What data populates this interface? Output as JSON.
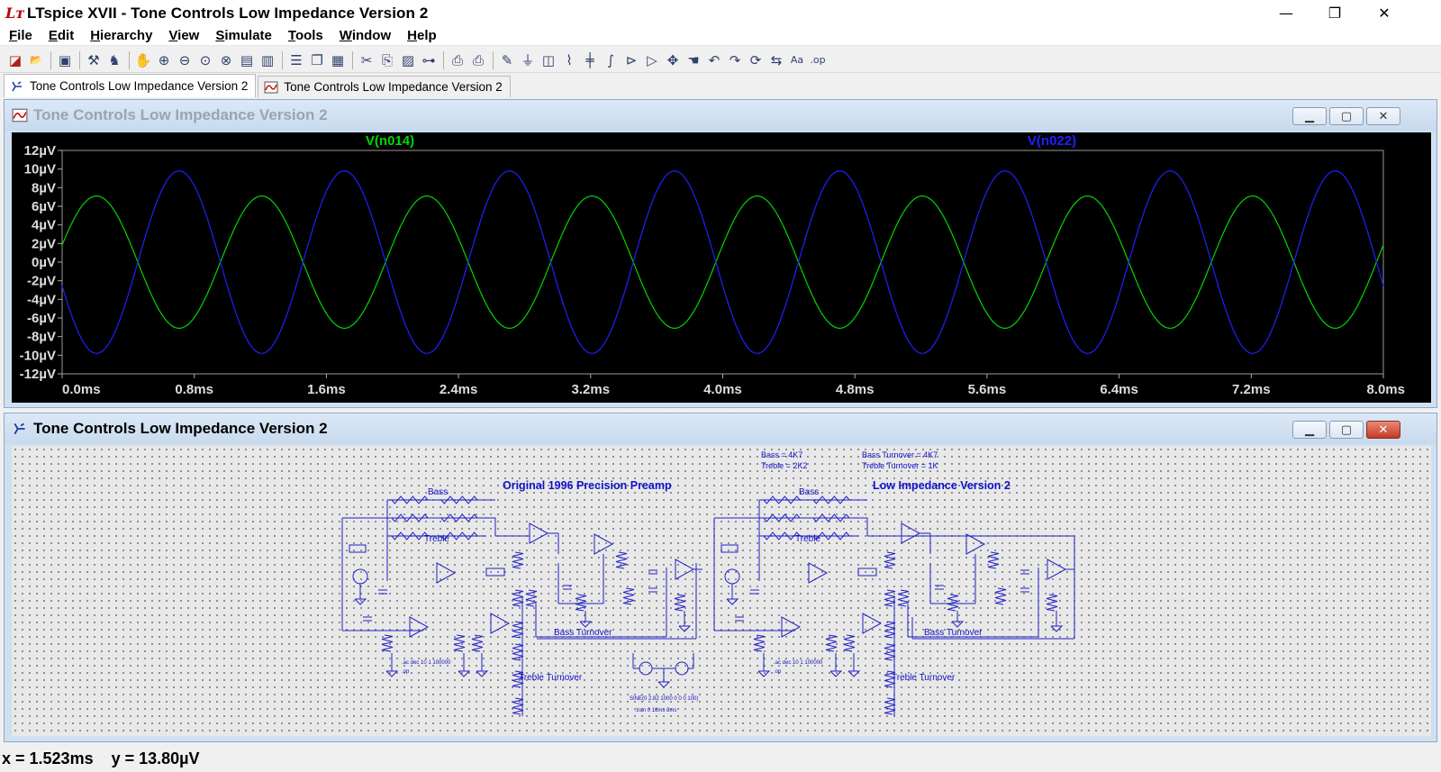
{
  "app": {
    "title": "LTspice XVII - Tone Controls Low Impedance Version 2"
  },
  "window_controls": {
    "minimize": "—",
    "maximize": "❐",
    "close": "✕"
  },
  "menu": [
    {
      "label": "File",
      "u": "F",
      "rest": "ile"
    },
    {
      "label": "Edit",
      "u": "E",
      "rest": "dit"
    },
    {
      "label": "Hierarchy",
      "u": "H",
      "rest": "ierarchy"
    },
    {
      "label": "View",
      "u": "V",
      "rest": "iew"
    },
    {
      "label": "Simulate",
      "u": "S",
      "rest": "imulate"
    },
    {
      "label": "Tools",
      "u": "T",
      "rest": "ools"
    },
    {
      "label": "Window",
      "u": "W",
      "rest": "indow"
    },
    {
      "label": "Help",
      "u": "H",
      "rest": "elp"
    }
  ],
  "toolbar_icons": [
    "new-schematic-icon",
    "open-icon",
    "save-icon",
    "control-panel-icon",
    "run-icon",
    "halt-icon",
    "zoom-in-icon",
    "zoom-out-icon",
    "zoom-fit-icon",
    "zoom-cancel-icon",
    "autorange-icon",
    "autorange-x-icon",
    "tile-horizontal-icon",
    "cascade-icon",
    "tile-vertical-icon",
    "cut-icon",
    "copy-icon",
    "paste-icon",
    "find-icon",
    "print-preview-icon",
    "print-icon",
    "draw-wire-icon",
    "ground-icon",
    "label-net-icon",
    "resistor-icon",
    "capacitor-icon",
    "inductor-icon",
    "diode-icon",
    "component-icon",
    "move-icon",
    "drag-icon",
    "undo-icon",
    "redo-icon",
    "rotate-icon",
    "mirror-icon",
    "text-icon",
    "spice-directive-icon"
  ],
  "tabs": [
    {
      "label": "Tone Controls Low Impedance Version 2",
      "icon": "schematic-icon",
      "active": true
    },
    {
      "label": "Tone Controls Low Impedance Version 2",
      "icon": "waveform-icon",
      "active": false
    }
  ],
  "waveform_window": {
    "title": "Tone Controls Low Impedance Version 2"
  },
  "schematic_window": {
    "title": "Tone Controls Low Impedance Version 2"
  },
  "chart_data": {
    "type": "line",
    "title": "",
    "xlabel": "",
    "ylabel": "",
    "xlim": [
      0,
      8
    ],
    "ylim": [
      -12,
      12
    ],
    "x_ticks": [
      "0.0ms",
      "0.8ms",
      "1.6ms",
      "2.4ms",
      "3.2ms",
      "4.0ms",
      "4.8ms",
      "5.6ms",
      "6.4ms",
      "7.2ms",
      "8.0ms"
    ],
    "y_ticks": [
      "12µV",
      "10µV",
      "8µV",
      "6µV",
      "4µV",
      "2µV",
      "0µV",
      "-2µV",
      "-4µV",
      "-6µV",
      "-8µV",
      "-10µV",
      "-12µV"
    ],
    "grid": false,
    "legend": "top",
    "series": [
      {
        "name": "V(n014)",
        "color": "#00d800",
        "amplitude_uV": 7.1,
        "frequency_kHz": 1.0,
        "phase_deg": 15
      },
      {
        "name": "V(n022)",
        "color": "#2020ff",
        "amplitude_uV": 9.8,
        "frequency_kHz": 1.0,
        "phase_deg": 195
      }
    ]
  },
  "schematic": {
    "labels": {
      "note_bass": "Bass = 4K7",
      "note_treble": "Treble = 2K2",
      "note_bass_turnover": "Bass Turnover = 4K7",
      "note_treble_turnover": "Treble Turnover = 1K",
      "original_title": "Original 1996 Precision Preamp",
      "lowimp_title": "Low Impedance Version 2",
      "bass_left": "Bass",
      "treble_left": "Treble",
      "bass_turnover_left": "Bass Turnover",
      "treble_turnover_left": "Treble Turnover",
      "bass_right": "Bass",
      "treble_right": "Treble",
      "bass_turnover_right": "Bass Turnover",
      "treble_turnover_right": "Treble Turnover",
      "directive_ac_left": ".ac dec 10 1 100000",
      "directive_op_left": ".op",
      "directive_ac_right": ".ac dec 10 1 100000",
      "directive_op_right": ".op",
      "sine_source": "SINE(0 2.82 1000 0 0 0 100)",
      "tran": ".tran 0 16ms 8ms"
    }
  },
  "status": {
    "text": "x = 1.523ms    y = 13.80µV"
  }
}
